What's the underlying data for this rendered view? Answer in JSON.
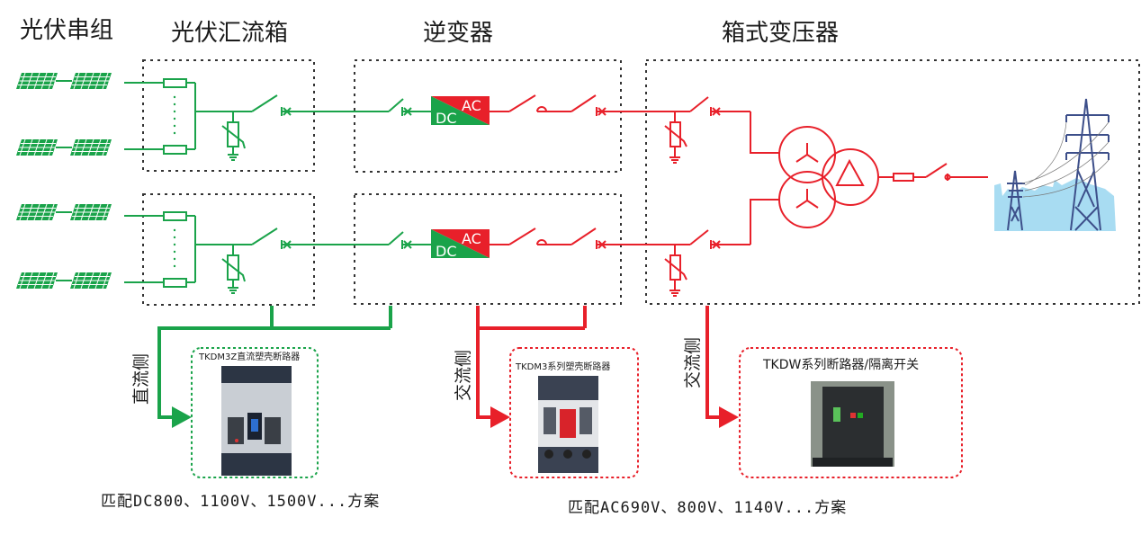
{
  "titles": {
    "pv_string": "光伏串组",
    "combiner_box": "光伏汇流箱",
    "inverter": "逆变器",
    "box_transformer": "箱式变压器"
  },
  "inverter_block": {
    "dc": "DC",
    "ac": "AC"
  },
  "side_labels": {
    "dc_side": "直流侧",
    "ac_side_1": "交流侧",
    "ac_side_2": "交流侧"
  },
  "products": [
    {
      "name": "TKDM3Z直流塑壳断路器",
      "side": "dc"
    },
    {
      "name": "TKDM3系列塑壳断路器",
      "side": "ac"
    },
    {
      "name": "TKDW系列断路器/隔离开关",
      "side": "ac"
    }
  ],
  "captions": {
    "dc": "匹配DC800、1100V、1500V...方案",
    "ac": "匹配AC690V、800V、1140V...方案"
  },
  "colors": {
    "dc": "#1aa34a",
    "ac": "#e8202a",
    "tower": "#3d4f8a",
    "city": "#a8dcf2"
  }
}
